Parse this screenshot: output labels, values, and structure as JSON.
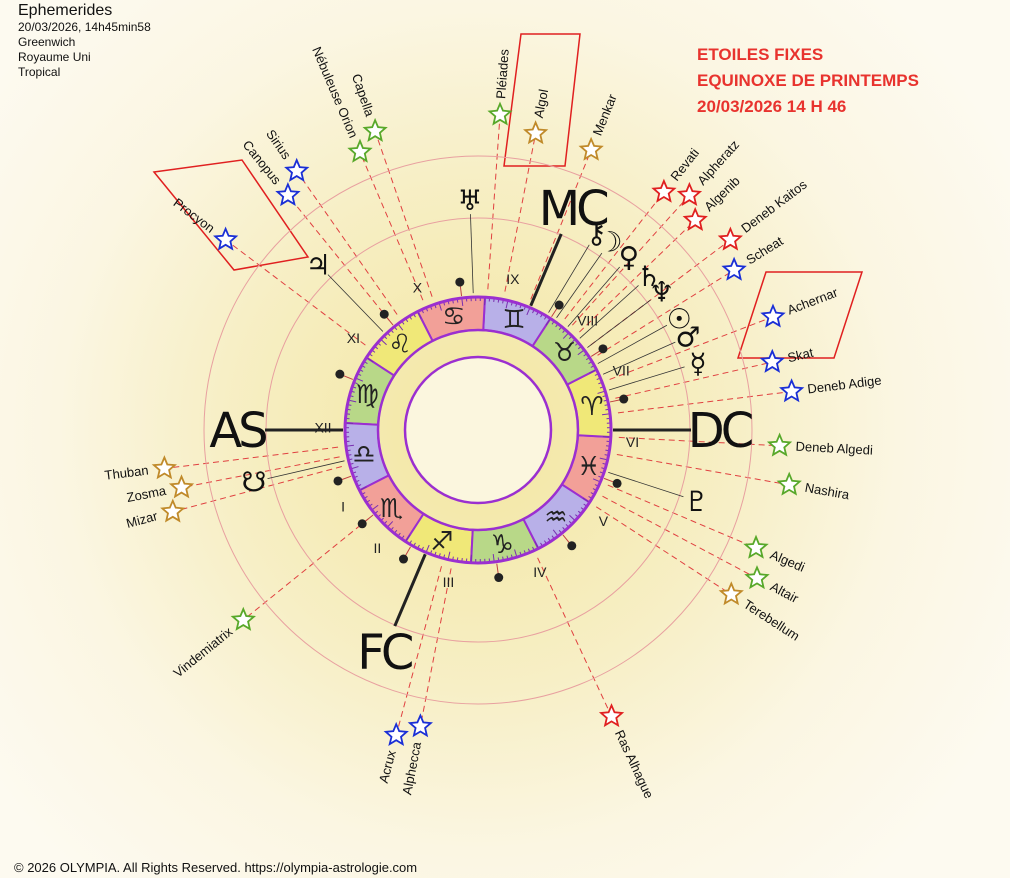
{
  "header": {
    "title": "Ephemerides",
    "datetime": "20/03/2026, 14h45min58",
    "place": "Greenwich",
    "country": "Royaume Uni",
    "zodiac": "Tropical"
  },
  "banner": {
    "line1": "ETOILES FIXES",
    "line2": "EQUINOXE DE PRINTEMPS",
    "line3": "20/03/2026  14 H 46"
  },
  "footer": "© 2026 OLYMPIA. All Rights Reserved. https://olympia-astrologie.com",
  "colors": {
    "star_red": "#e02020",
    "star_blue": "#1a2fd6",
    "star_green": "#58a82a",
    "star_gold": "#c08a2a",
    "line_red": "#e04040",
    "ring": "#9b2fd0"
  },
  "angles": {
    "as": {
      "label": "AS",
      "lon": 183
    },
    "dc": {
      "label": "DC",
      "lon": 3
    },
    "mc": {
      "label": "MC",
      "lon": 70
    },
    "fc": {
      "label": "FC",
      "lon": 250
    }
  },
  "houses": [
    {
      "num": "I",
      "lon": 203
    },
    {
      "num": "II",
      "lon": 222
    },
    {
      "num": "III",
      "lon": 243
    },
    {
      "num": "IV",
      "lon": 281
    },
    {
      "num": "V",
      "lon": 312
    },
    {
      "num": "VI",
      "lon": 342
    },
    {
      "num": "VII",
      "lon": 15
    },
    {
      "num": "VIII",
      "lon": 36
    },
    {
      "num": "IX",
      "lon": 60
    },
    {
      "num": "X",
      "lon": 100
    },
    {
      "num": "XI",
      "lon": 132
    },
    {
      "num": "XII",
      "lon": 161
    }
  ],
  "signs": [
    {
      "glyph": "♓",
      "name": "pisces-icon",
      "color": "#f2a098"
    },
    {
      "glyph": "♈",
      "name": "aries-icon",
      "color": "#f0e878"
    },
    {
      "glyph": "♉",
      "name": "taurus-icon",
      "color": "#b8d888"
    },
    {
      "glyph": "♊",
      "name": "gemini-icon",
      "color": "#b8b0e8"
    },
    {
      "glyph": "♋",
      "name": "cancer-icon",
      "color": "#f2a098"
    },
    {
      "glyph": "♌",
      "name": "leo-icon",
      "color": "#f0e878"
    },
    {
      "glyph": "♍",
      "name": "virgo-icon",
      "color": "#b8d888"
    },
    {
      "glyph": "♎",
      "name": "libra-icon",
      "color": "#b8b0e8"
    },
    {
      "glyph": "♏",
      "name": "scorpio-icon",
      "color": "#f2a098"
    },
    {
      "glyph": "♐",
      "name": "sagittarius-icon",
      "color": "#f0e878"
    },
    {
      "glyph": "♑",
      "name": "capricorn-icon",
      "color": "#b8d888"
    },
    {
      "glyph": "♒",
      "name": "aquarius-icon",
      "color": "#b8b0e8"
    }
  ],
  "planets": [
    {
      "glyph": "♅",
      "name": "uranus-icon",
      "lon": 95
    },
    {
      "glyph": "⚷",
      "name": "chiron-icon",
      "lon": 62
    },
    {
      "glyph": "☽",
      "name": "moon-icon",
      "lon": 58
    },
    {
      "glyph": "♀",
      "name": "venus-icon",
      "lon": 52
    },
    {
      "glyph": "♄",
      "name": "saturn-icon",
      "lon": 45
    },
    {
      "glyph": "♆",
      "name": "neptune-icon",
      "lon": 40
    },
    {
      "glyph": "☉",
      "name": "sun-icon",
      "lon": 32
    },
    {
      "glyph": "♂",
      "name": "mars-icon",
      "lon": 27
    },
    {
      "glyph": "☿",
      "name": "mercury-icon",
      "lon": 20
    },
    {
      "glyph": "♃",
      "name": "jupiter-icon",
      "lon": 137
    },
    {
      "glyph": "☋",
      "name": "south-node-icon",
      "lon": 196
    },
    {
      "glyph": "♇",
      "name": "pluto-icon",
      "lon": 345
    }
  ],
  "stars": [
    {
      "name": "Algol",
      "color": "gold",
      "lon": 82
    },
    {
      "name": "Pléiades",
      "color": "green",
      "lon": 89
    },
    {
      "name": "Menkar",
      "color": "gold",
      "lon": 71
    },
    {
      "name": "Capella",
      "color": "green",
      "lon": 112
    },
    {
      "name": "Nébuleuse Orion",
      "color": "green",
      "lon": 116
    },
    {
      "name": "Sirius",
      "color": "blue",
      "lon": 128
    },
    {
      "name": "Canopus",
      "color": "blue",
      "lon": 132
    },
    {
      "name": "Procyon",
      "color": "blue",
      "lon": 146
    },
    {
      "name": "Revati",
      "color": "red",
      "lon": 55
    },
    {
      "name": "Alpheratz",
      "color": "red",
      "lon": 51
    },
    {
      "name": "Algenib",
      "color": "red",
      "lon": 47
    },
    {
      "name": "Deneb Kaitos",
      "color": "red",
      "lon": 40
    },
    {
      "name": "Scheat",
      "color": "blue",
      "lon": 35
    },
    {
      "name": "Achernar",
      "color": "blue",
      "lon": 24
    },
    {
      "name": "Skat",
      "color": "blue",
      "lon": 16
    },
    {
      "name": "Deneb Adige",
      "color": "blue",
      "lon": 10
    },
    {
      "name": "Deneb Algedi",
      "color": "green",
      "lon": 0
    },
    {
      "name": "Nashira",
      "color": "green",
      "lon": 353
    },
    {
      "name": "Algedi",
      "color": "green",
      "lon": 340
    },
    {
      "name": "Altair",
      "color": "green",
      "lon": 335
    },
    {
      "name": "Terebellum",
      "color": "gold",
      "lon": 330
    },
    {
      "name": "Ras Alhague",
      "color": "red",
      "lon": 298
    },
    {
      "name": "Alphecca",
      "color": "blue",
      "lon": 262
    },
    {
      "name": "Acrux",
      "color": "blue",
      "lon": 258
    },
    {
      "name": "Vindemiatrix",
      "color": "green",
      "lon": 222
    },
    {
      "name": "Mizar",
      "color": "gold",
      "lon": 198
    },
    {
      "name": "Zosma",
      "color": "gold",
      "lon": 194
    },
    {
      "name": "Thuban",
      "color": "gold",
      "lon": 190
    }
  ]
}
